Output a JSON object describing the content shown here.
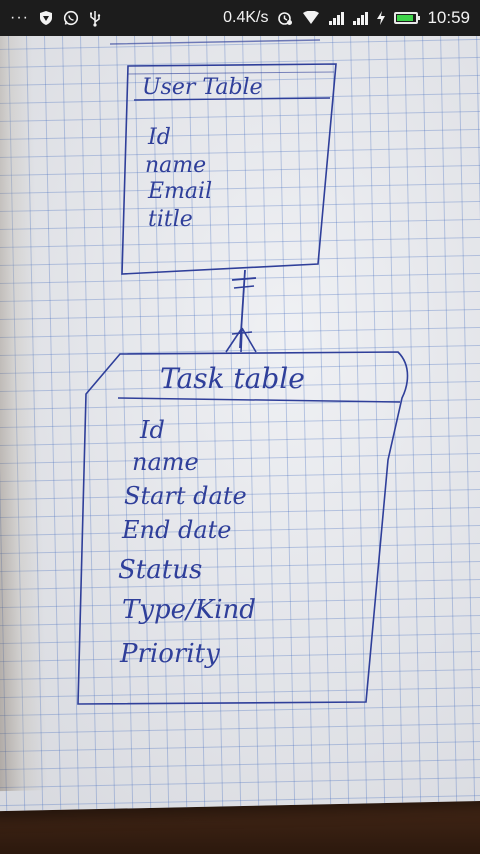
{
  "status_bar": {
    "menu_dots": "···",
    "net_speed": "0.4K/s",
    "time": "10:59",
    "battery_level": 0.85,
    "icons": [
      "shield-icon",
      "whatsapp-icon",
      "usb-icon",
      "alarm-icon",
      "wifi-icon",
      "signal-icon",
      "signal-icon",
      "charging-icon",
      "battery-icon"
    ]
  },
  "sketch": {
    "ink_color": "#2f3f9a",
    "user_table": {
      "title": "User Table",
      "fields": [
        "Id",
        "name",
        "Email",
        "title"
      ]
    },
    "task_table": {
      "title": "Task table",
      "fields": [
        "Id",
        "name",
        "Start date",
        "End date",
        "Status",
        "Type/Kind",
        "Priority"
      ]
    },
    "relationship": "one-to-many"
  }
}
